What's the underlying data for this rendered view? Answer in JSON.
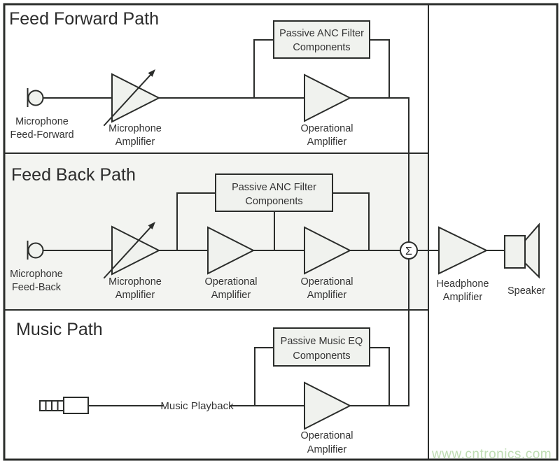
{
  "colors": {
    "line": "#2b2d2b",
    "shape_fill": "#f0f2ee",
    "feedback_bg": "#f3f4f1",
    "watermark": "#bedcb2",
    "text": "#333333"
  },
  "feed_forward": {
    "title": "Feed Forward Path",
    "mic_label_1": "Microphone",
    "mic_label_2": "Feed-Forward",
    "mic_amp_1": "Microphone",
    "mic_amp_2": "Amplifier",
    "filter_box_1": "Passive ANC Filter",
    "filter_box_2": "Components",
    "op_amp_1": "Operational",
    "op_amp_2": "Amplifier"
  },
  "feed_back": {
    "title": "Feed Back Path",
    "mic_label_1": "Microphone",
    "mic_label_2": "Feed-Back",
    "mic_amp_1": "Microphone",
    "mic_amp_2": "Amplifier",
    "filter_box_1": "Passive ANC Filter",
    "filter_box_2": "Components",
    "op_amp_a_1": "Operational",
    "op_amp_a_2": "Amplifier",
    "op_amp_b_1": "Operational",
    "op_amp_b_2": "Amplifier"
  },
  "music": {
    "title": "Music Path",
    "playback_label": "Music Playback",
    "eq_box_1": "Passive Music EQ",
    "eq_box_2": "Components",
    "op_amp_1": "Operational",
    "op_amp_2": "Amplifier"
  },
  "output": {
    "sum_symbol": "Σ",
    "headphone_amp_1": "Headphone",
    "headphone_amp_2": "Amplifier",
    "speaker_label": "Speaker"
  },
  "watermark": "www.cntronics.com"
}
